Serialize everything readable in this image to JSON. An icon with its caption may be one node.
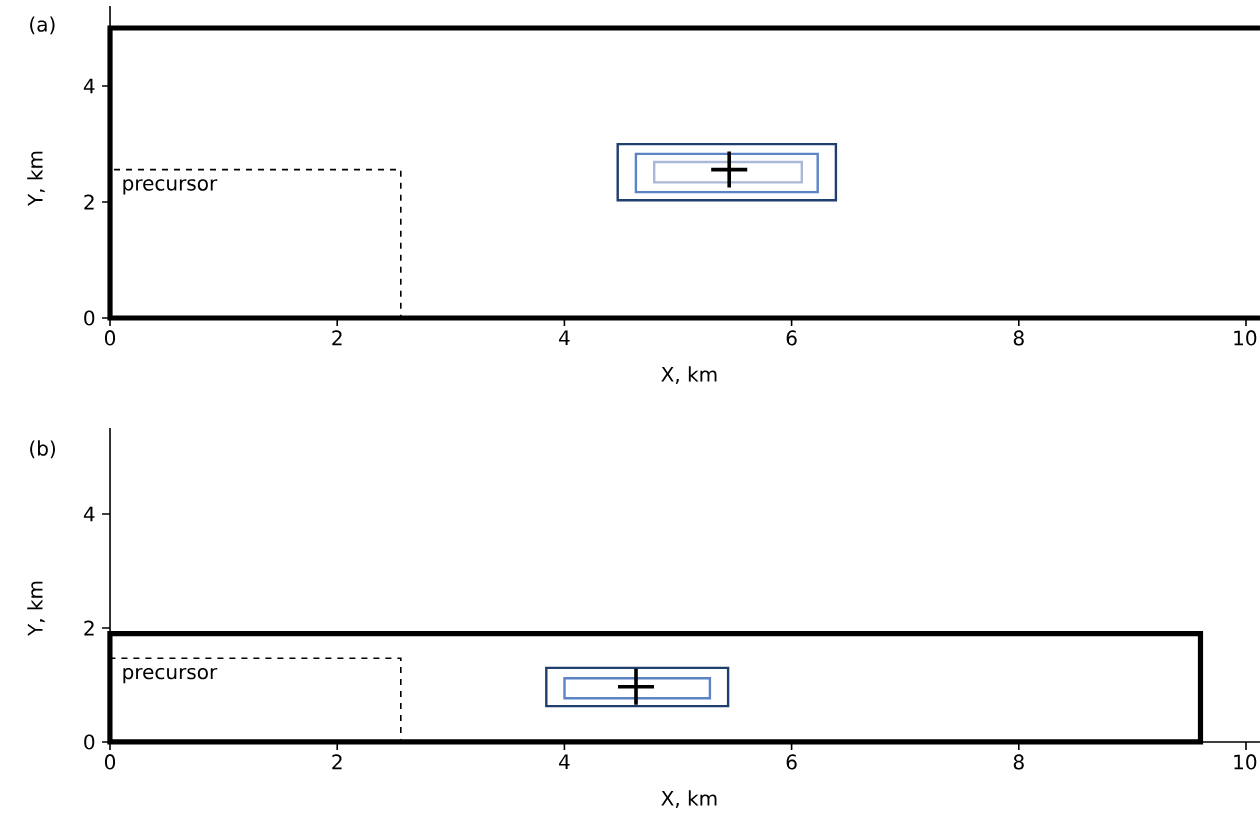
{
  "diagram": {
    "nodes": [
      {
        "text": [],
        "shape": "box"
      },
      {
        "text": [
          "precursor"
        ],
        "in": 0
      },
      {
        "text": [],
        "shape": "box",
        "in": 0
      },
      {
        "text": [],
        "shape": "box",
        "in": 2
      },
      {
        "text": [],
        "shape": "box",
        "in": 3
      },
      {
        "text": [],
        "shape": "box"
      },
      {
        "text": [
          "precursor"
        ],
        "in": 5
      },
      {
        "text": [],
        "shape": "box",
        "in": 5
      },
      {
        "text": [],
        "shape": "box",
        "in": 7
      }
    ],
    "labels": [
      "(a)",
      "4",
      "2",
      "0",
      "Y, km",
      "0",
      "2",
      "4",
      "6",
      "8",
      "10",
      "X, km",
      "(b)",
      "4",
      "2",
      "0",
      "Y, km",
      "0",
      "2",
      "4",
      "6",
      "8",
      "10",
      "X, km"
    ]
  }
}
